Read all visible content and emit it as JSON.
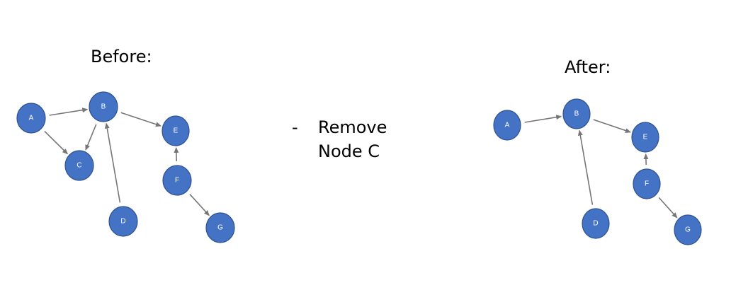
{
  "before": {
    "title": "Before:",
    "nodes": [
      {
        "id": "A",
        "label": "A"
      },
      {
        "id": "B",
        "label": "B"
      },
      {
        "id": "C",
        "label": "C"
      },
      {
        "id": "D",
        "label": "D"
      },
      {
        "id": "E",
        "label": "E"
      },
      {
        "id": "F",
        "label": "F"
      },
      {
        "id": "G",
        "label": "G"
      }
    ],
    "edges": [
      {
        "from": "A",
        "to": "B"
      },
      {
        "from": "A",
        "to": "C"
      },
      {
        "from": "B",
        "to": "C"
      },
      {
        "from": "B",
        "to": "E"
      },
      {
        "from": "D",
        "to": "B"
      },
      {
        "from": "F",
        "to": "E"
      },
      {
        "from": "F",
        "to": "G"
      }
    ]
  },
  "operation": {
    "bullet": "-",
    "line1": "Remove",
    "line2": "Node C"
  },
  "after": {
    "title": "After:",
    "nodes": [
      {
        "id": "A",
        "label": "A"
      },
      {
        "id": "B",
        "label": "B"
      },
      {
        "id": "D",
        "label": "D"
      },
      {
        "id": "E",
        "label": "E"
      },
      {
        "id": "F",
        "label": "F"
      },
      {
        "id": "G",
        "label": "G"
      }
    ],
    "edges": [
      {
        "from": "A",
        "to": "B"
      },
      {
        "from": "B",
        "to": "E"
      },
      {
        "from": "D",
        "to": "B"
      },
      {
        "from": "F",
        "to": "E"
      },
      {
        "from": "F",
        "to": "G"
      }
    ]
  },
  "colors": {
    "node_fill": "#4472c4",
    "node_stroke": "#2f528f",
    "edge": "#767676",
    "label": "#ffffff"
  }
}
